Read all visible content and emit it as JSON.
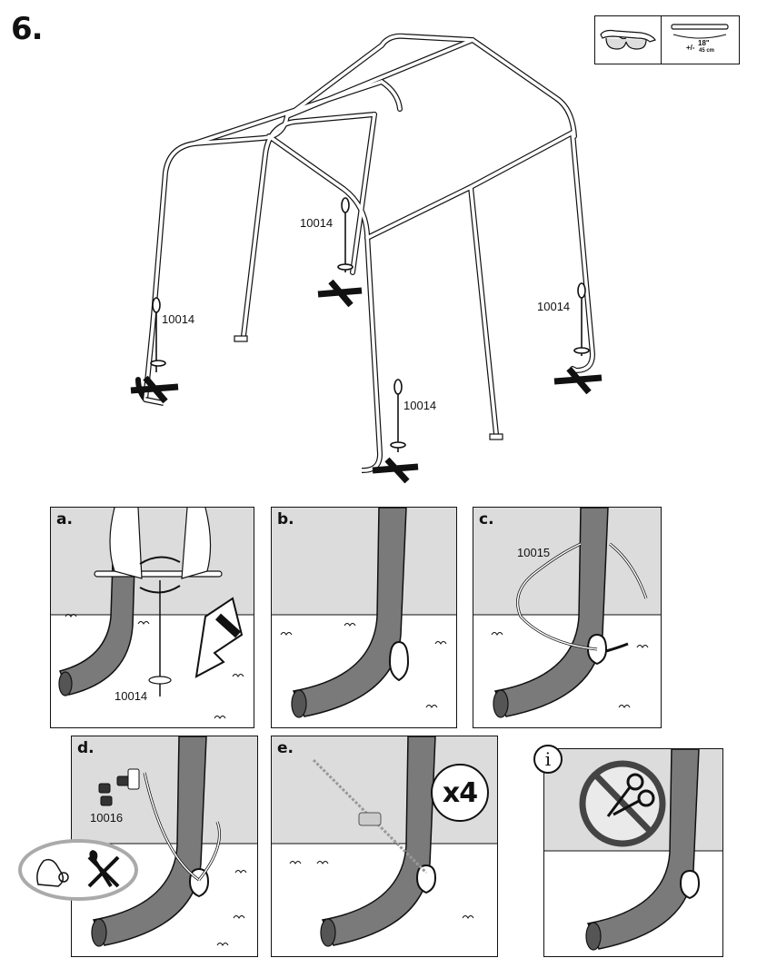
{
  "step": {
    "number": "6."
  },
  "tools": {
    "safety_glasses_icon": "safety-glasses-icon",
    "measurement": "18\"",
    "tolerance": "+/-",
    "measurement_metric": "45 cm"
  },
  "frame": {
    "anchor_part_labels": [
      "10014",
      "10014",
      "10014",
      "10014"
    ]
  },
  "panels": {
    "a": {
      "letter": "a.",
      "part": "10014"
    },
    "b": {
      "letter": "b."
    },
    "c": {
      "letter": "c.",
      "part": "10015"
    },
    "d": {
      "letter": "d.",
      "part": "10016"
    },
    "e": {
      "letter": "e.",
      "badge": "x4"
    },
    "info": {
      "symbol": "i",
      "icon": "no-cutting-icon"
    }
  },
  "colors": {
    "pole": "#7a7a7a",
    "sky": "#dcdcdc",
    "ground": "#ffffff",
    "line": "#111111"
  }
}
